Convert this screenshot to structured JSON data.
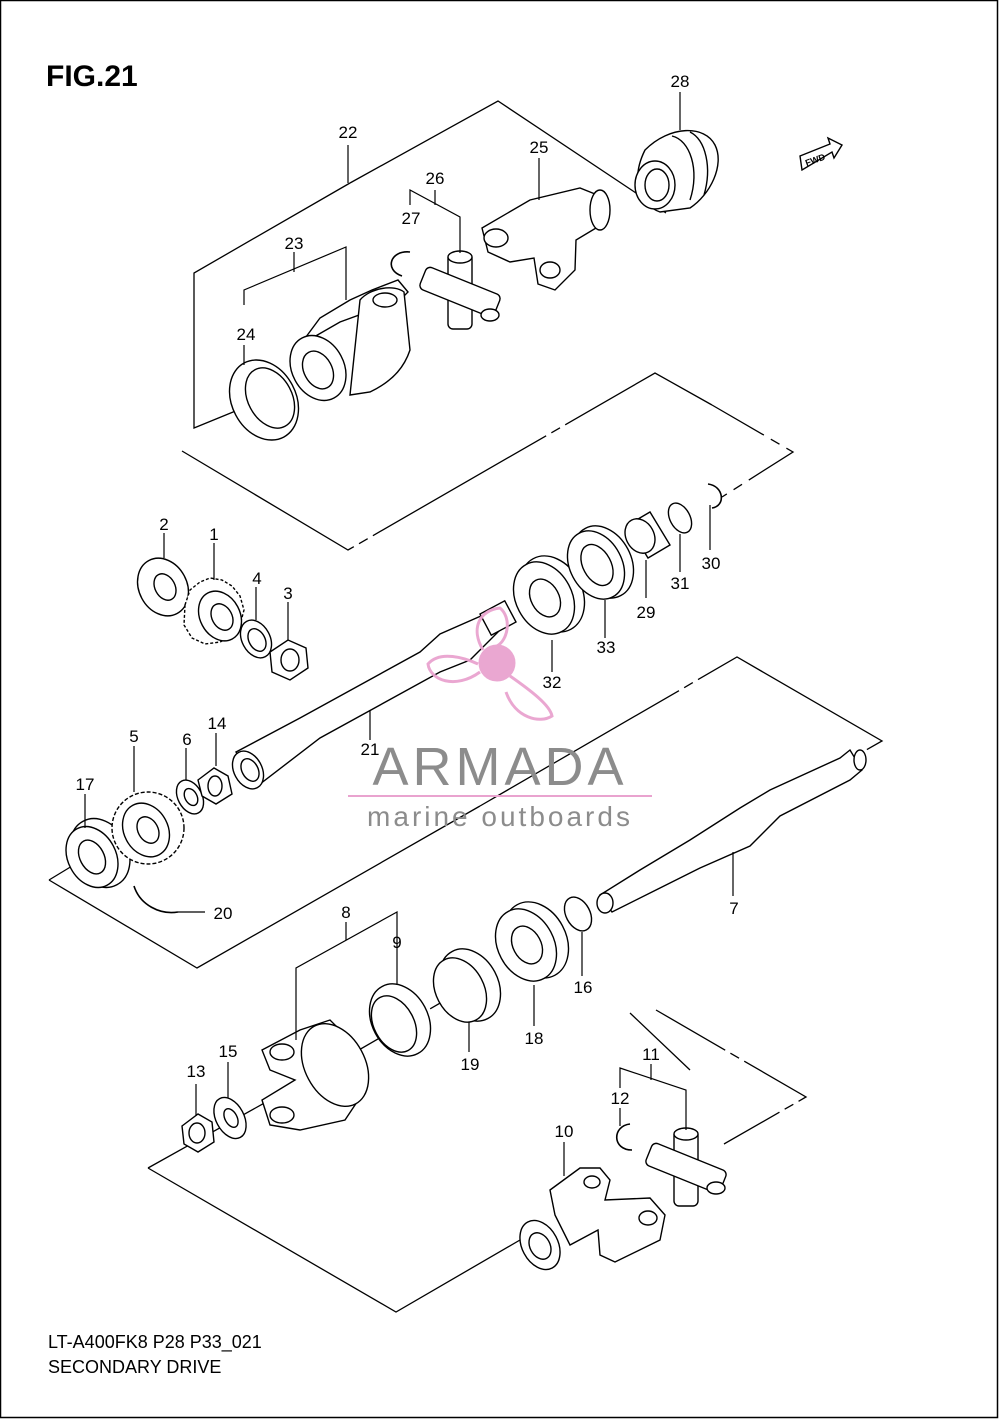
{
  "figure_title": "FIG.21",
  "footer": {
    "model_code": "LT-A400FK8 P28 P33_021",
    "section_name": "SECONDARY DRIVE"
  },
  "direction_badge": "FWD",
  "watermark": {
    "brand": "ARMADA",
    "tagline": "marine outboards",
    "logo_color": "#e9a3cf",
    "text_color": "#8c8c8c"
  },
  "callouts": {
    "c1": "1",
    "c2": "2",
    "c3": "3",
    "c4": "4",
    "c5": "5",
    "c6": "6",
    "c7": "7",
    "c8": "8",
    "c9": "9",
    "c10": "10",
    "c11": "11",
    "c12": "12",
    "c13": "13",
    "c14": "14",
    "c15": "15",
    "c16": "16",
    "c17": "17",
    "c18": "18",
    "c19": "19",
    "c20": "20",
    "c21": "21",
    "c22": "22",
    "c23": "23",
    "c24": "24",
    "c25": "25",
    "c26": "26",
    "c27": "27",
    "c28": "28",
    "c29": "29",
    "c30": "30",
    "c31": "31",
    "c32": "32",
    "c33": "33"
  }
}
